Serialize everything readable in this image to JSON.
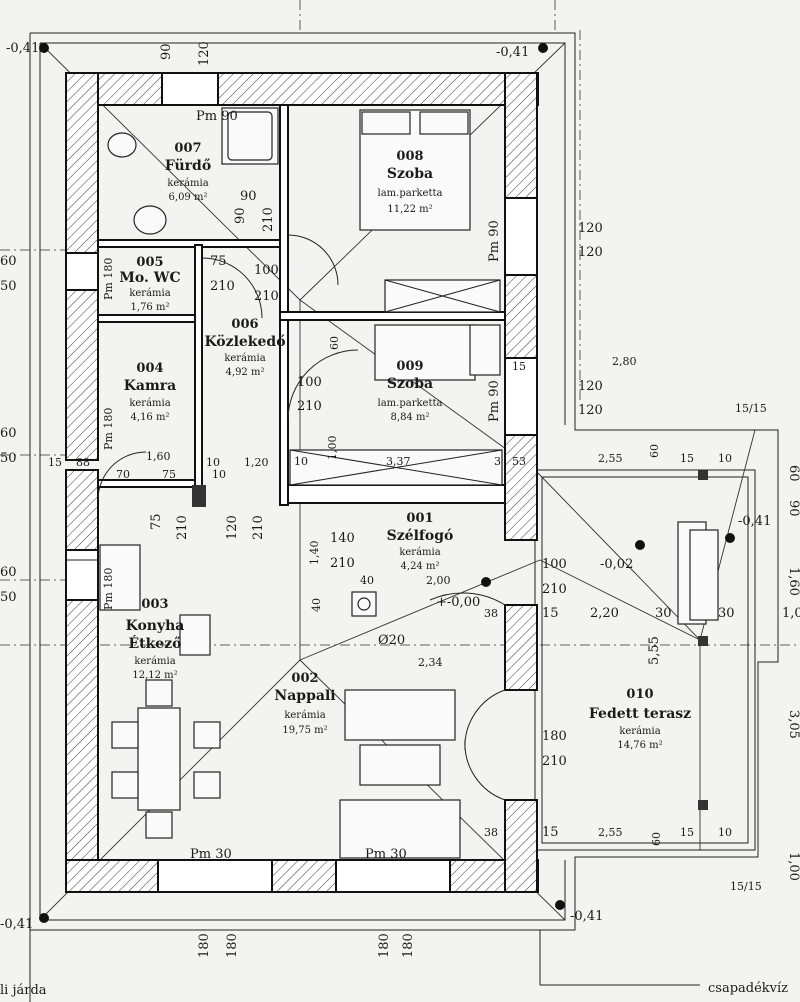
{
  "rooms": [
    {
      "id": "fur",
      "num": "007",
      "name": "Fürdő",
      "material": "kerámia",
      "area": "6,09 m²"
    },
    {
      "id": "szoba8",
      "num": "008",
      "name": "Szoba",
      "material": "lam.parketta",
      "area": "11,22 m²"
    },
    {
      "id": "wc",
      "num": "005",
      "name": "Mo. WC",
      "material": "kerámia",
      "area": "1,76 m²"
    },
    {
      "id": "kozl",
      "num": "006",
      "name": "Közlekedő",
      "material": "kerámia",
      "area": "4,92 m²"
    },
    {
      "id": "szoba9",
      "num": "009",
      "name": "Szoba",
      "material": "lam.parketta",
      "area": "8,84 m²"
    },
    {
      "id": "kamra",
      "num": "004",
      "name": "Kamra",
      "material": "kerámia",
      "area": "4,16 m²"
    },
    {
      "id": "szelf",
      "num": "001",
      "name": "Szélfogó",
      "material": "kerámia",
      "area": "4,24 m²"
    },
    {
      "id": "konyha",
      "num": "003",
      "name": "Konyha",
      "name2": "Étkező",
      "material": "kerámia",
      "area": "12,12 m²"
    },
    {
      "id": "nappali",
      "num": "002",
      "name": "Nappali",
      "material": "kerámia",
      "area": "19,75 m²"
    },
    {
      "id": "terasz",
      "num": "010",
      "name": "Fedett terasz",
      "material": "kerámia",
      "area": "14,76 m²"
    }
  ],
  "levels": {
    "nw": "-0,41",
    "ne": "-0,41",
    "e": "-0,41",
    "sw": "-0,41",
    "se": "-0,41",
    "terrace": "-0,02",
    "zero": "+-0,00"
  },
  "dims": {
    "pm90": "Pm 90",
    "pm30a": "Pm 30",
    "pm30b": "Pm 30",
    "top90": "90",
    "top120": "120",
    "r120a": "120",
    "r120b": "120",
    "r120c": "120",
    "r120d": "120",
    "r280": "2,80",
    "r1515a": "15/15",
    "r1515b": "15/15",
    "r255a": "2,55",
    "r255b": "2,55",
    "r60a": "60",
    "r60b": "60",
    "r15a": "15",
    "r10a": "10",
    "r15b": "15",
    "r10b": "10",
    "r220": "2,20",
    "r30a": "30",
    "r30b": "30",
    "r555": "5,55",
    "r100": "100",
    "r210": "210",
    "r15c": "15",
    "r38a": "38",
    "r38b": "38",
    "r180": "180",
    "r210b": "210",
    "r15d": "15",
    "bath90a": "90",
    "bath210": "210",
    "bath90b": "90",
    "wc75": "75",
    "wc210": "210",
    "koz100": "100",
    "koz210": "210",
    "sz8pm90": "Pm 90",
    "sz9pm90": "Pm 90",
    "sz9_60": "60",
    "sz9_100": "100",
    "sz9_210": "210",
    "sz9_15": "15",
    "sz9_100v": "1,00",
    "sz9_10": "10",
    "sz9_337": "3,37",
    "sz9_3": "3",
    "sz9_53": "53",
    "wcpm180": "Pm 180",
    "kampm180": "Pm 180",
    "konpm180": "Pm 180",
    "k160": "1,60",
    "k70": "70",
    "k75": "75",
    "k15": "15",
    "k88": "88",
    "k10a": "10",
    "k10b": "10",
    "k120": "1,20",
    "k75b": "75",
    "k210": "210",
    "h120": "120",
    "h210": "210",
    "s140a": "1,40",
    "s140": "140",
    "s210": "210",
    "s40a": "40",
    "s40b": "40",
    "s200": "2,00",
    "s20": "Ø20",
    "s234": "2,34",
    "b180a": "180",
    "b180b": "180",
    "b180c": "180",
    "b180d": "180",
    "l60a": "60",
    "l50a": "50",
    "l60b": "60",
    "l50b": "50",
    "l60c": "60",
    "l50c": "50",
    "rv60": "60",
    "rv90": "90",
    "rv160": "1,60",
    "rv10": "1,0",
    "rv305": "3,05",
    "rv100": "1,00"
  },
  "footer": {
    "left": "li járda",
    "right": "csapadékvíz"
  }
}
